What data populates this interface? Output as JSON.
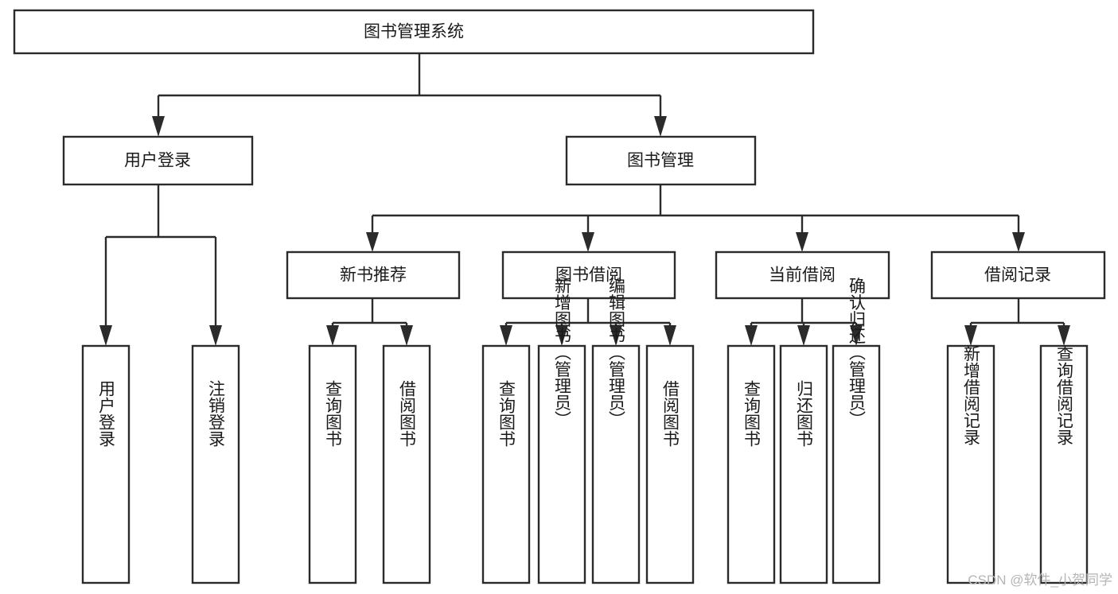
{
  "diagram": {
    "type": "tree-hierarchy",
    "title": "图书管理系统",
    "watermark": "CSDN @软件_小贺同学",
    "colors": {
      "background": "#ffffff",
      "box_fill": "#ffffff",
      "box_stroke": "#2b2b2b",
      "text": "#1a1a1a",
      "watermark": "#b5b5b5"
    },
    "levels": [
      {
        "level": 0,
        "orientation": "horizontal",
        "nodes": [
          {
            "id": "root",
            "label": "图书管理系统"
          }
        ]
      },
      {
        "level": 1,
        "orientation": "horizontal",
        "nodes": [
          {
            "id": "l1-0",
            "label": "用户登录",
            "parent": "root"
          },
          {
            "id": "l1-1",
            "label": "图书管理",
            "parent": "root"
          }
        ]
      },
      {
        "level": 2,
        "orientation": "horizontal",
        "nodes": [
          {
            "id": "l2-0",
            "label": "新书推荐",
            "parent": "l1-1"
          },
          {
            "id": "l2-1",
            "label": "图书借阅",
            "parent": "l1-1"
          },
          {
            "id": "l2-2",
            "label": "当前借阅",
            "parent": "l1-1"
          },
          {
            "id": "l2-3",
            "label": "借阅记录",
            "parent": "l1-1"
          }
        ]
      },
      {
        "level": 3,
        "orientation": "vertical",
        "nodes": [
          {
            "id": "l3-0",
            "label": "用户登录",
            "parent": "l1-0"
          },
          {
            "id": "l3-1",
            "label": "注销登录",
            "parent": "l1-0"
          },
          {
            "id": "l3-2",
            "label": "查询图书",
            "parent": "l2-0"
          },
          {
            "id": "l3-3",
            "label": "借阅图书",
            "parent": "l2-0"
          },
          {
            "id": "l3-4",
            "label": "查询图书",
            "parent": "l2-1"
          },
          {
            "id": "l3-5",
            "label": "新增图书（管理员）",
            "parent": "l2-1"
          },
          {
            "id": "l3-6",
            "label": "编辑图书（管理员）",
            "parent": "l2-1"
          },
          {
            "id": "l3-7",
            "label": "借阅图书",
            "parent": "l2-1"
          },
          {
            "id": "l3-8",
            "label": "查询图书",
            "parent": "l2-2"
          },
          {
            "id": "l3-9",
            "label": "归还图书",
            "parent": "l2-2"
          },
          {
            "id": "l3-10",
            "label": "确认归还（管理员）",
            "parent": "l2-2"
          },
          {
            "id": "l3-11",
            "label": "新增借阅记录",
            "parent": "l2-3"
          },
          {
            "id": "l3-12",
            "label": "查询借阅记录",
            "parent": "l2-3"
          }
        ]
      }
    ]
  }
}
